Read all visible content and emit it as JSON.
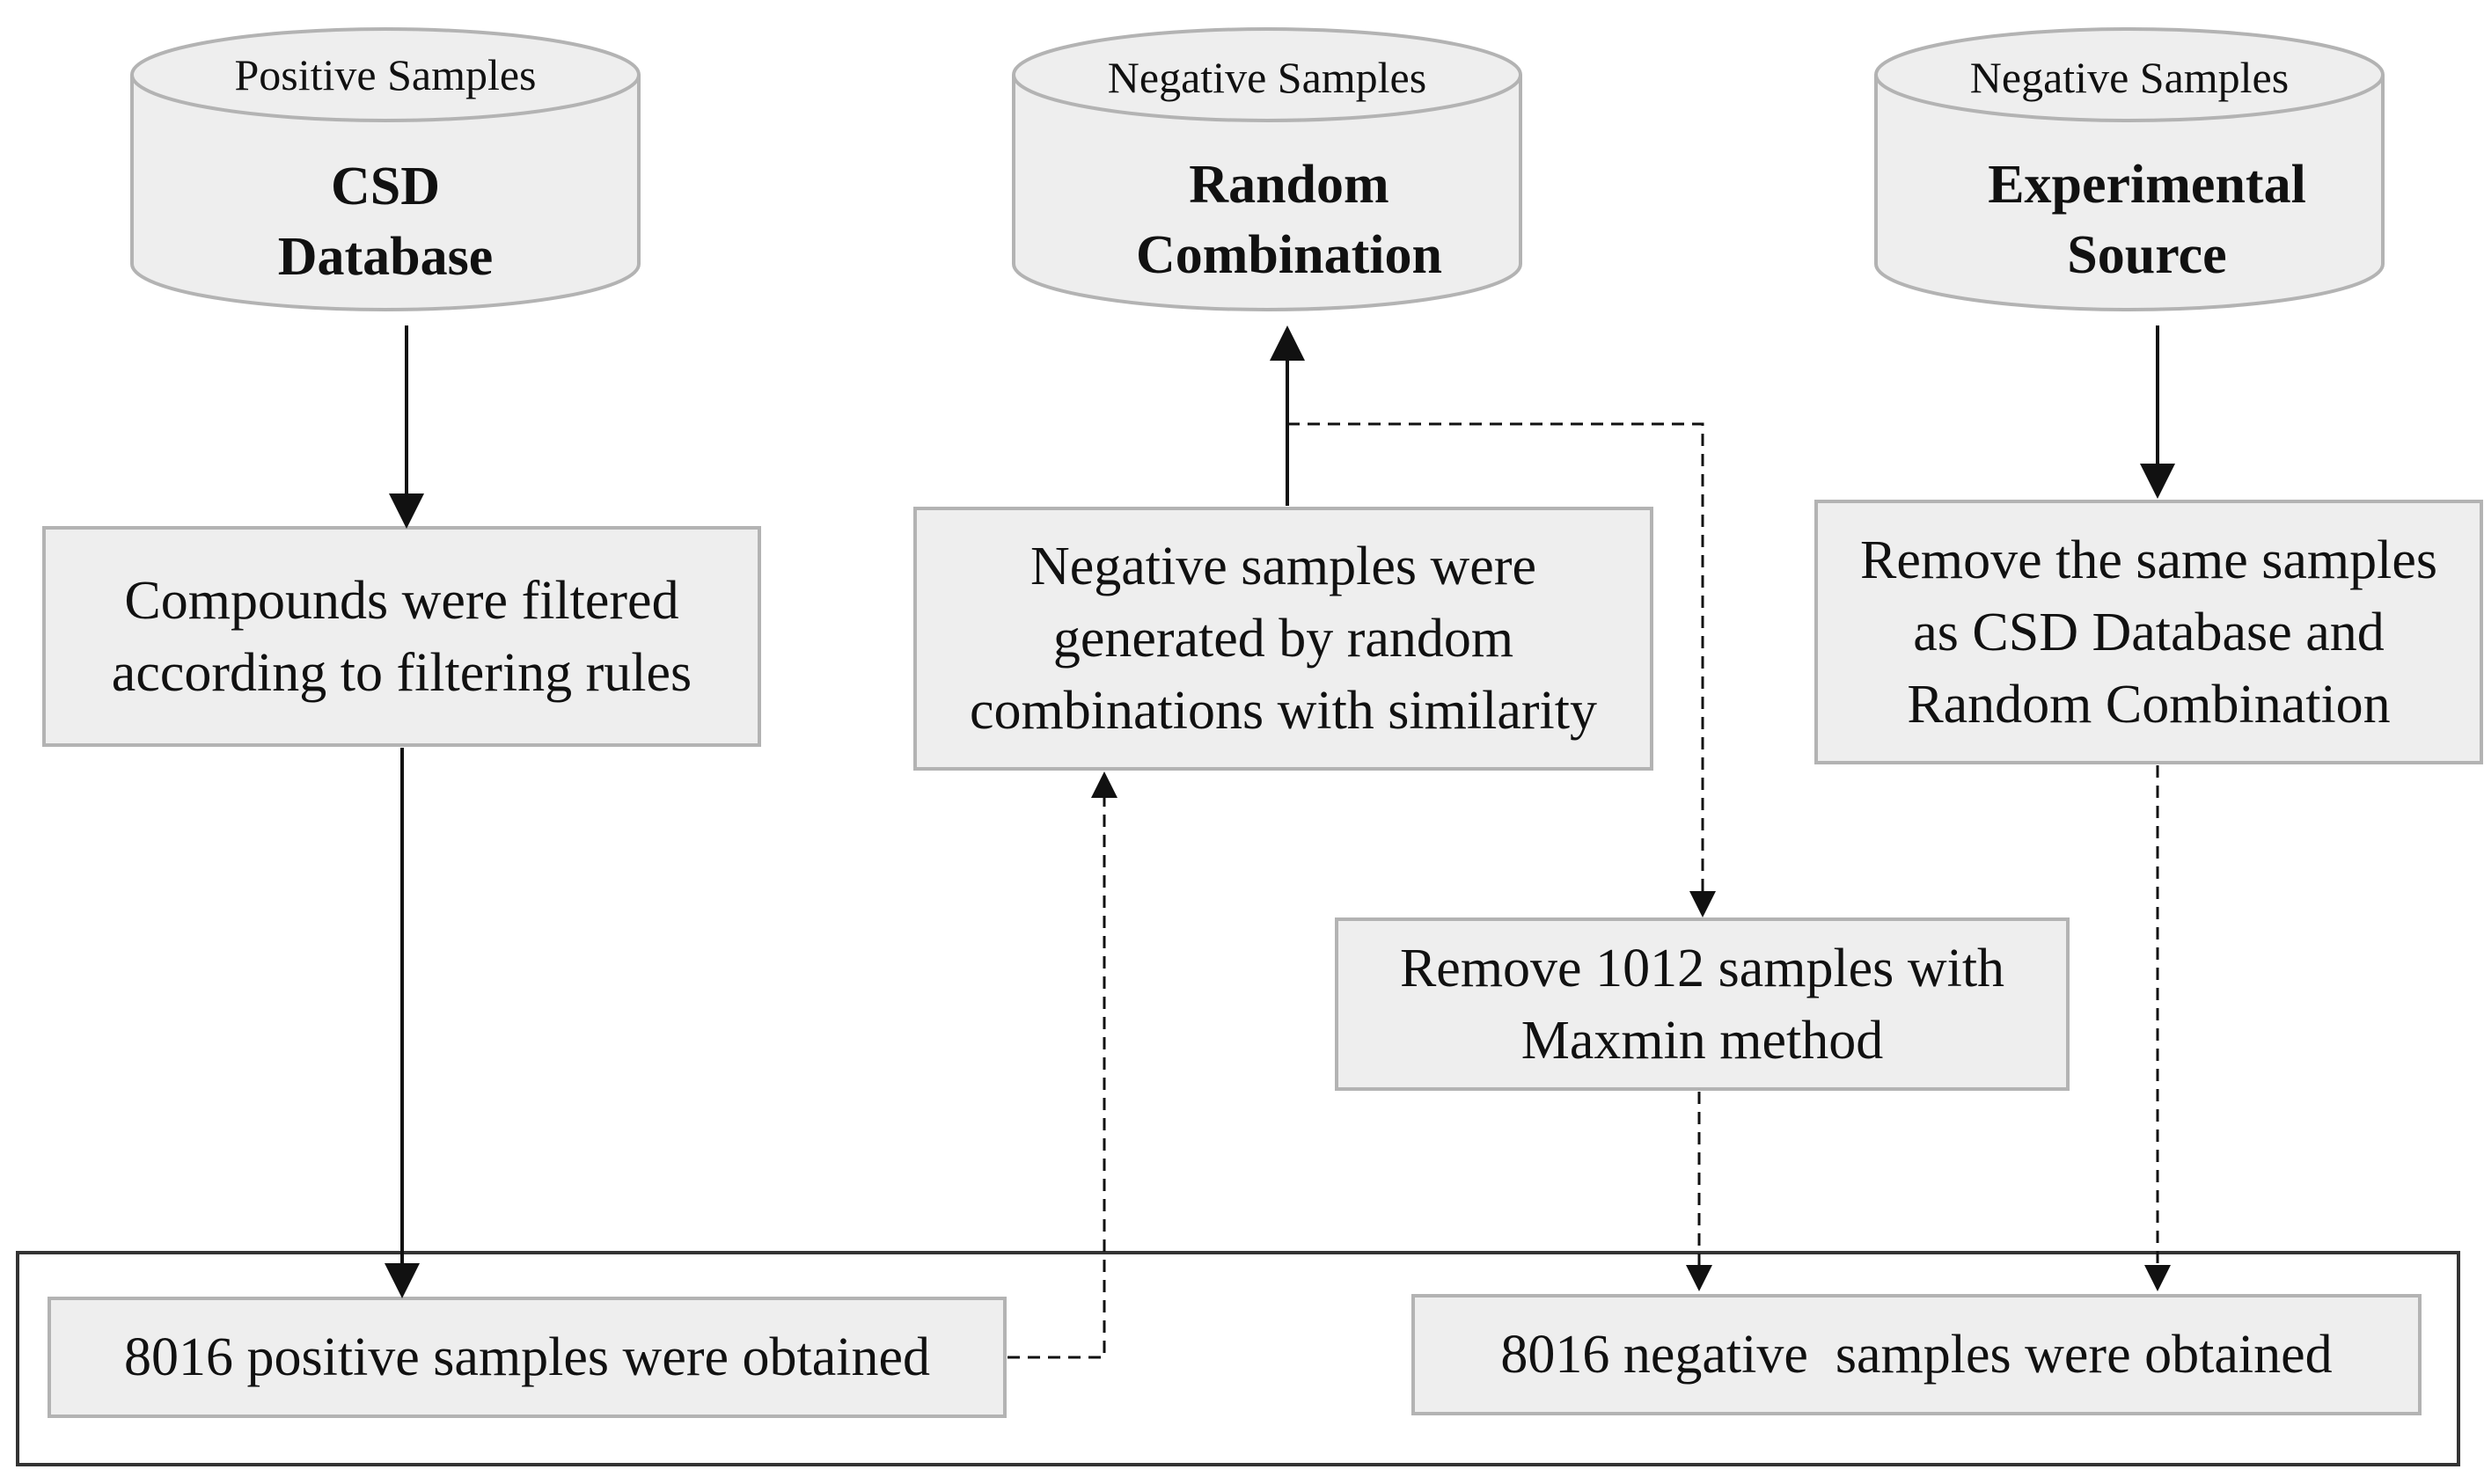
{
  "colors": {
    "box_fill": "#eeeeee",
    "box_stroke": "#b3b3b3",
    "line": "#111111"
  },
  "sources": {
    "csd": {
      "label": "Positive Samples",
      "title": [
        "CSD",
        "Database"
      ]
    },
    "random": {
      "label": "Negative Samples",
      "title": [
        "Random",
        "Combination"
      ]
    },
    "experimental": {
      "label": "Negative Samples",
      "title": [
        "Experimental",
        "Source"
      ]
    }
  },
  "steps": {
    "filter": [
      "Compounds were filtered",
      "according to filtering rules"
    ],
    "generate": [
      "Negative samples were",
      "generated by random",
      "combinations with similarity"
    ],
    "remove_same": [
      "Remove the same samples",
      "as CSD Database and",
      "Random Combination"
    ],
    "maxmin": [
      "Remove 1012 samples with",
      "Maxmin method"
    ]
  },
  "results": {
    "positive": "8016 positive samples were obtained",
    "negative": "8016 negative  samples were obtained"
  }
}
